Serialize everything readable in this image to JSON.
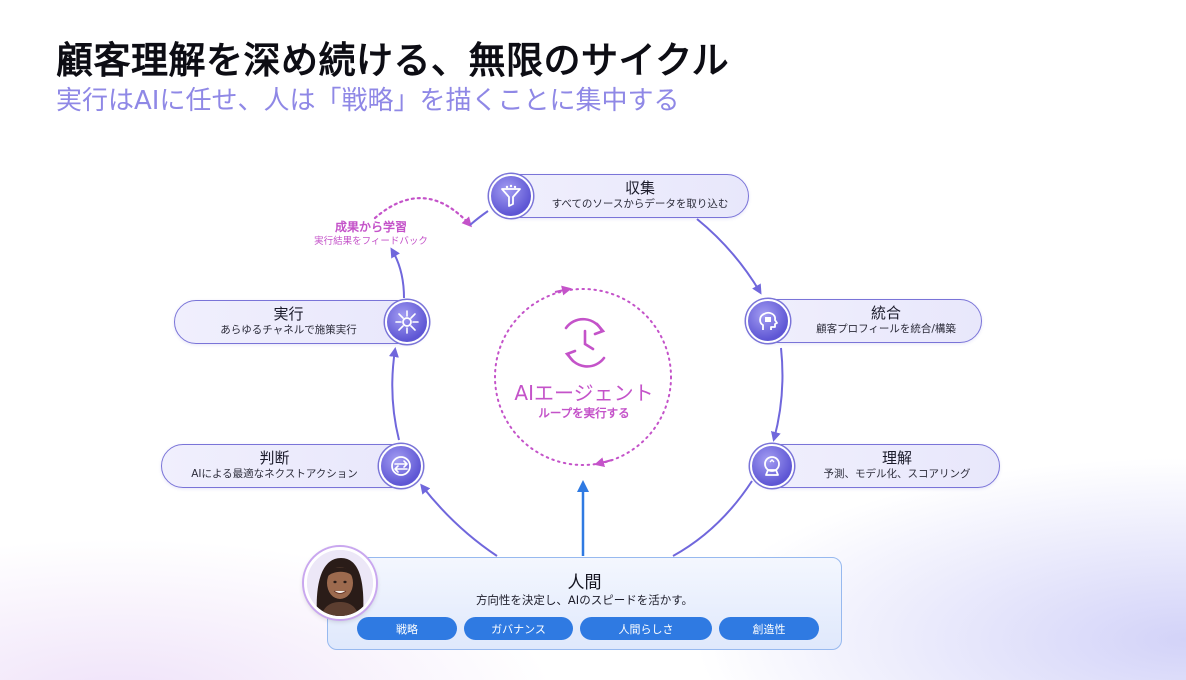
{
  "header": {
    "title": "顧客理解を深め続ける、無限のサイクル",
    "subtitle": "実行はAIに任せ、人は「戦略」を描くことに集中する"
  },
  "cycle": {
    "collect": {
      "label": "収集",
      "desc": "すべてのソースからデータを取り込む",
      "icon": "funnel-icon"
    },
    "integrate": {
      "label": "統合",
      "desc": "顧客プロフィールを統合/構築",
      "icon": "head-puzzle-icon"
    },
    "understand": {
      "label": "理解",
      "desc": "予測、モデル化、スコアリング",
      "icon": "crystal-ball-icon"
    },
    "judge": {
      "label": "判断",
      "desc": "AIによる最適なネクストアクション",
      "icon": "decision-arrows-icon"
    },
    "execute": {
      "label": "実行",
      "desc": "あらゆるチャネルで施策実行",
      "icon": "channel-hub-icon"
    }
  },
  "feedback": {
    "title": "成果から学習",
    "desc": "実行結果をフィードバック"
  },
  "agent": {
    "title": "AIエージェント",
    "desc": "ループを実行する",
    "icon": "clock-cycle-icon"
  },
  "human": {
    "title": "人間",
    "desc": "方向性を決定し、AIのスピードを活かす。",
    "chips": [
      "戦略",
      "ガバナンス",
      "人間らしさ",
      "創造性"
    ],
    "avatar": "person-avatar"
  },
  "colors": {
    "accent": "#6d67dc",
    "agent": "#c453c9",
    "human_chip": "#2f7ae2"
  }
}
